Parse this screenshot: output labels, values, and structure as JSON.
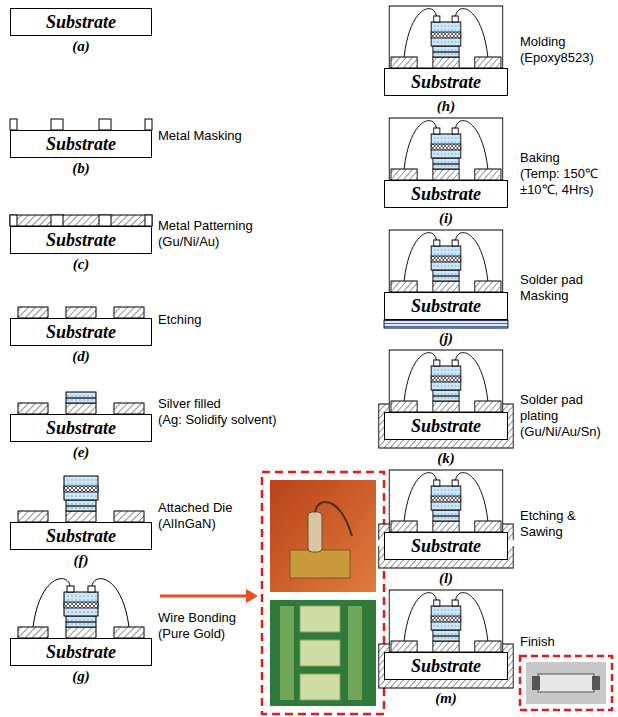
{
  "diagram": {
    "nodes": [
      {
        "text": [
          "Substrate"
        ]
      },
      {
        "text": [
          "Substrate"
        ]
      },
      {
        "text": [
          "Substrate"
        ]
      },
      {
        "text": [
          "Substrate"
        ]
      },
      {
        "text": [
          "Substrate"
        ]
      },
      {
        "text": [
          "Substrate"
        ]
      },
      {
        "text": [
          "Substrate"
        ]
      },
      {
        "text": [
          "Substrate"
        ]
      },
      {
        "text": [
          "Substrate"
        ]
      },
      {
        "text": [
          "Substrate"
        ]
      },
      {
        "text": [
          "Substrate"
        ]
      },
      {
        "text": [
          "Substrate"
        ]
      },
      {
        "text": [
          "Substrate"
        ]
      }
    ],
    "labels": [
      "(a)",
      "Metal Masking",
      "(b)",
      "Metal Patterning",
      "(Gu/Ni/Au)",
      "(c)",
      "Etching",
      "(d)",
      "Silver filled",
      "(Ag: Solidify solvent)",
      "(e)",
      "Attached Die",
      "(AlInGaN)",
      "(f)",
      "Wire Bonding",
      "(Pure Gold)",
      "(g)",
      "Molding (Epoxy8523)",
      "(h)",
      "Baking",
      "(Temp: 150℃±10℃, 4Hrs)",
      "(i)",
      "Solder pad Masking",
      "(j)",
      "Solder pad plating",
      "(Gu/Ni/Au/Sn)",
      "(k)",
      "Etching & Sawing",
      "(l)",
      "Finish",
      "(m)"
    ]
  }
}
